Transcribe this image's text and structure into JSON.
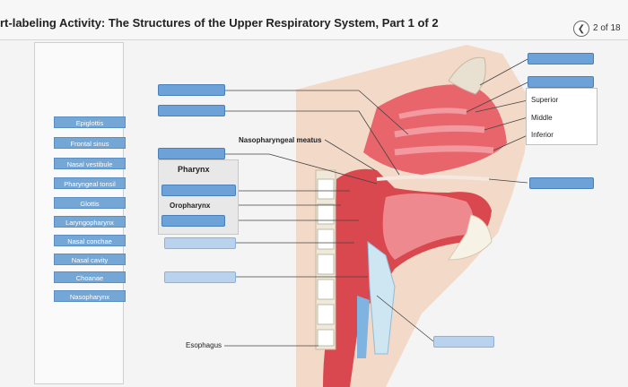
{
  "header": {
    "title": "rt-labeling Activity: The Structures of the Upper Respiratory System, Part 1 of 2",
    "page_indicator": "2 of 18",
    "back_icon": "chevron-left-icon"
  },
  "label_bank": {
    "items": [
      "Epiglottis",
      "Frontal sinus",
      "Nasal vestibule",
      "Pharyngeal tonsil",
      "Glottis",
      "Laryngopharynx",
      "Nasal conchae",
      "Nasal cavity",
      "Choanae",
      "Nasopharynx"
    ]
  },
  "diagram": {
    "nasopharyngeal_meatus": "Nasopharyngeal meatus",
    "pharynx": "Pharynx",
    "oropharynx": "Oropharynx",
    "esophagus": "Esophagus",
    "superior": "Superior",
    "middle": "Middle",
    "inferior": "Inferior"
  },
  "colors": {
    "drop_target": "#6ca2d7",
    "label_chip": "#74a6d6",
    "tissue": "#e8656c"
  }
}
